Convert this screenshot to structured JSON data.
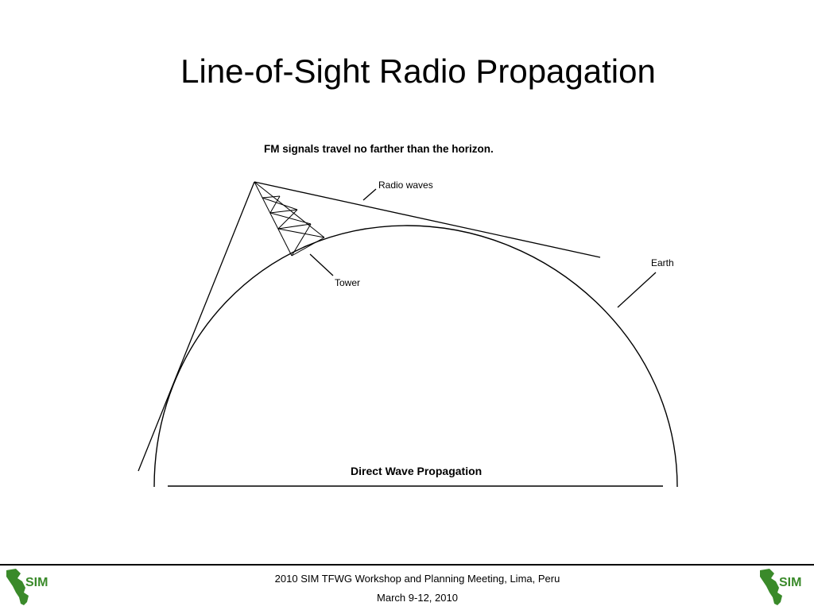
{
  "slide": {
    "title": "Line-of-Sight Radio Propagation"
  },
  "diagram": {
    "caption_top": "FM signals travel no farther than the horizon.",
    "label_radio_waves": "Radio waves",
    "label_earth": "Earth",
    "label_tower": "Tower",
    "caption_bottom": "Direct Wave Propagation"
  },
  "footer": {
    "line1": "2010 SIM TFWG Workshop and Planning Meeting, Lima, Peru",
    "line2": "March 9-12, 2010",
    "logo_text": "SIM",
    "logo_color": "#3a8a2a"
  }
}
